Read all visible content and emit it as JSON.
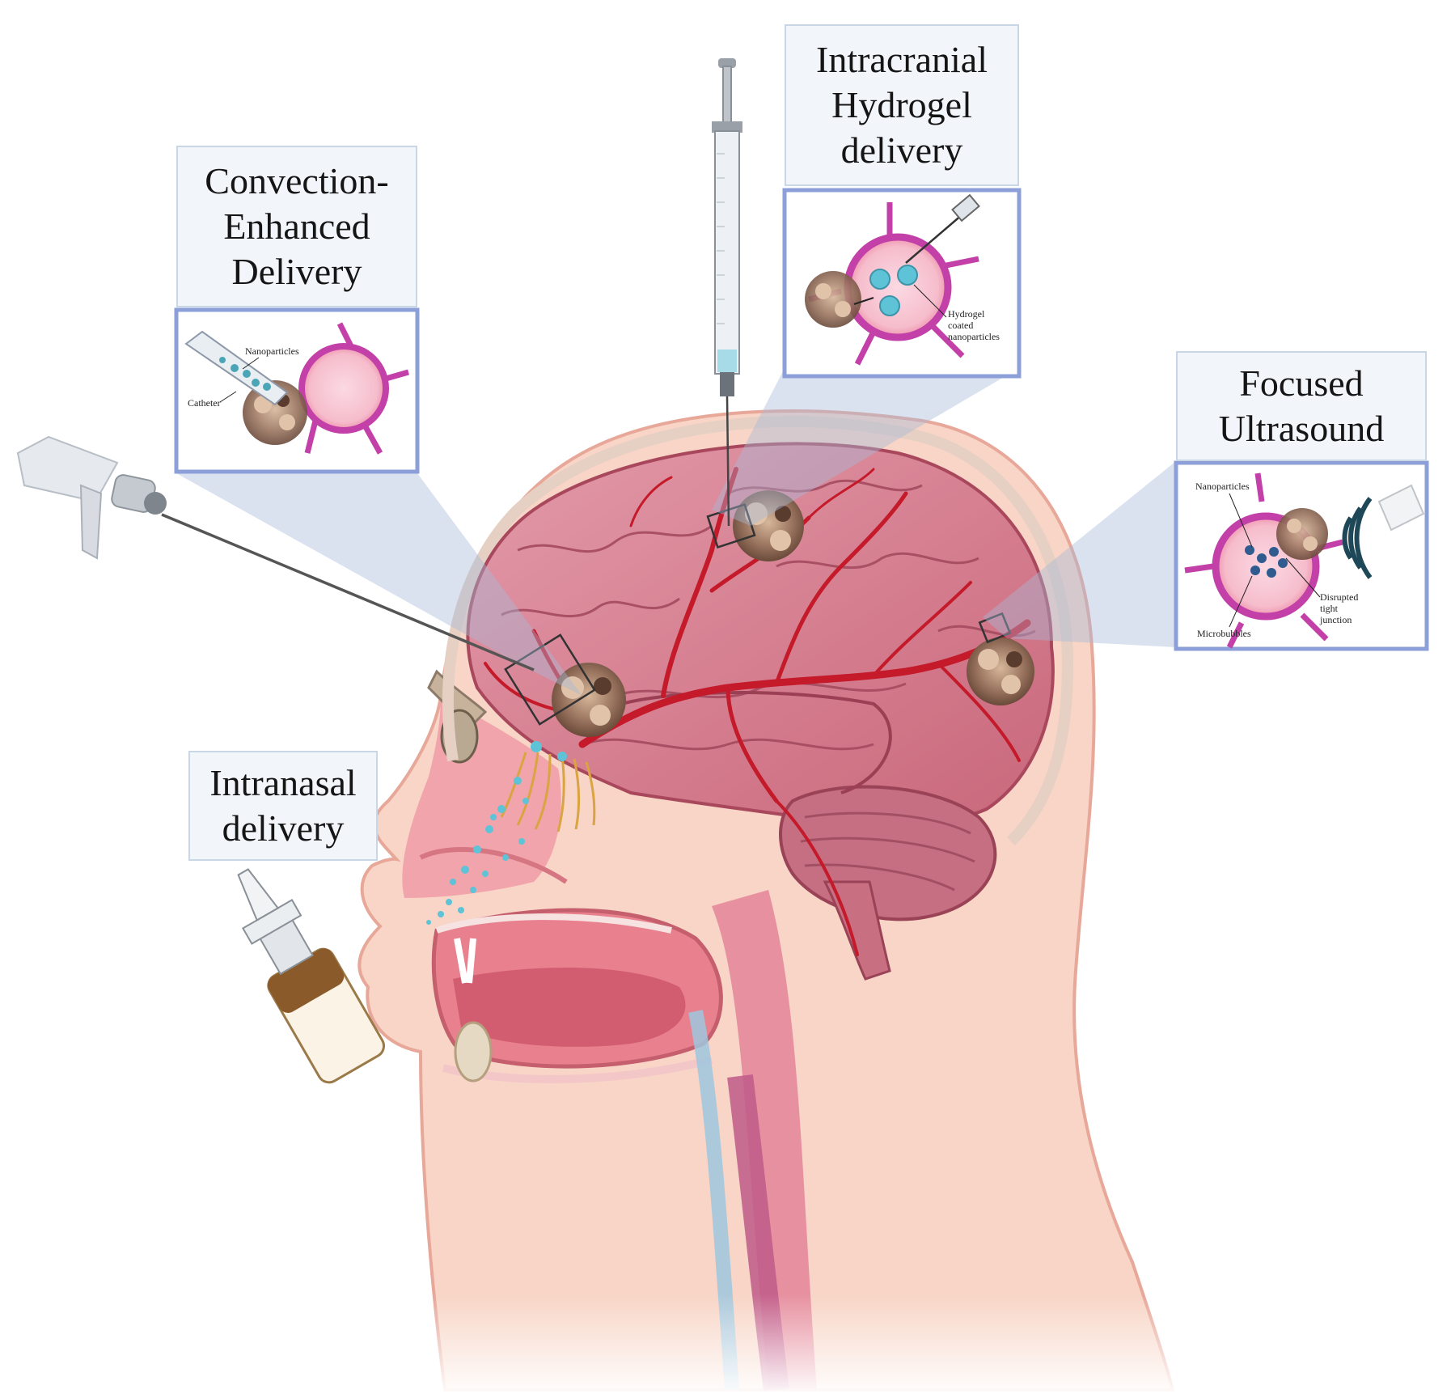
{
  "titles": {
    "convection": "Convection-\nEnhanced\nDelivery",
    "hydrogel": "Intracranial\nHydrogel\ndelivery",
    "ultrasound": "Focused\nUltrasound",
    "intranasal": "Intranasal\ndelivery"
  },
  "labels": {
    "ced_nanoparticles": "Nanoparticles",
    "ced_catheter": "Catheter",
    "hydro_line1": "Hydrogel",
    "hydro_line2": "coated",
    "hydro_line3": "nanoparticles",
    "fus_nanoparticles": "Nanoparticles",
    "fus_microbubbles": "Microbubbles",
    "fus_disrupted1": "Disrupted",
    "fus_disrupted2": "tight",
    "fus_disrupted3": "junction"
  },
  "colors": {
    "skin": "#f8d5c6",
    "brain": "#d97b8d",
    "vessel": "#c41a2a",
    "panel_border": "#8d9fd8",
    "box_bg": "#f2f6fb",
    "tumor": "#9b7560",
    "particle": "#5ec3d6"
  },
  "icons": [
    "syringe-icon",
    "catheter-device-icon",
    "ultrasound-transducer-icon",
    "nasal-spray-icon",
    "wave-icon"
  ]
}
